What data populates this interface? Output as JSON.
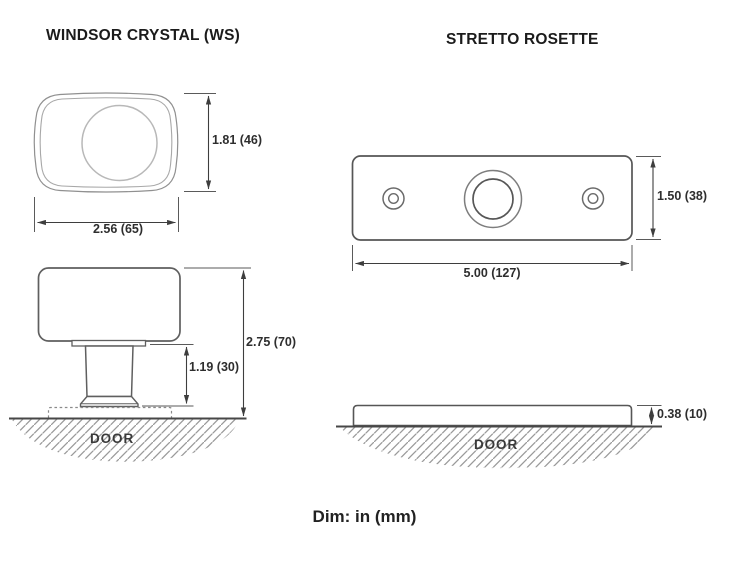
{
  "titles": {
    "left": "WINDSOR CRYSTAL (WS)",
    "right": "STRETTO ROSETTE"
  },
  "windsor_knob": {
    "front": {
      "height_dim": "1.81 (46)",
      "width_dim": "2.56 (65)"
    },
    "side": {
      "overall_height_dim": "2.75 (70)",
      "stem_height_dim": "1.19 (30)",
      "door_label": "DOOR"
    }
  },
  "stretto_rosette": {
    "front": {
      "height_dim": "1.50 (38)",
      "width_dim": "5.00 (127)"
    },
    "side": {
      "thickness_dim": "0.38 (10)",
      "door_label": "DOOR"
    }
  },
  "footer": {
    "units_note": "Dim: in (mm)"
  },
  "colors": {
    "main_line": "#525252",
    "light_line": "#949494",
    "dim_line": "#3e3e3e",
    "hatch_line": "#9a9a9a",
    "text": "#1e1e1e"
  }
}
